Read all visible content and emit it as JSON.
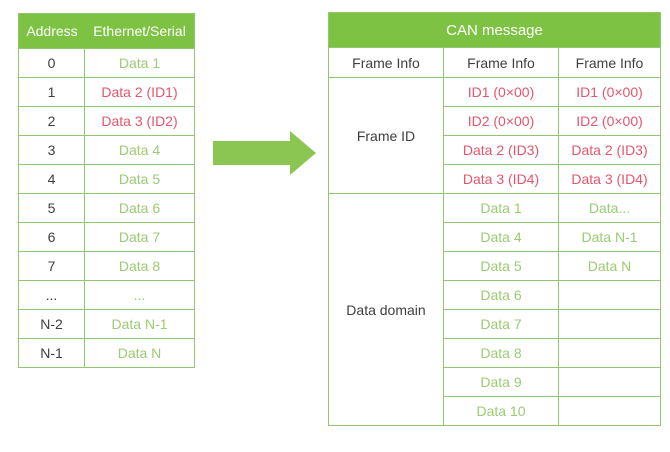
{
  "colors": {
    "header_green": "#7dc242",
    "border_green": "#8fc86e",
    "arrow_green": "#8bc653",
    "text_green": "#9ccb72",
    "text_red": "#e5566d",
    "text_dark": "#3f3f3f",
    "header_text": "#ffffff",
    "background": "#ffffff"
  },
  "left_table": {
    "header": {
      "col1": "Address",
      "col2": "Ethernet/Serial"
    },
    "rows": [
      {
        "address": "0",
        "value": "Data 1"
      },
      {
        "address": "1",
        "value": "Data 2 (ID1)"
      },
      {
        "address": "2",
        "value": "Data 3 (ID2)"
      },
      {
        "address": "3",
        "value": "Data 4"
      },
      {
        "address": "4",
        "value": "Data 5"
      },
      {
        "address": "5",
        "value": "Data 6"
      },
      {
        "address": "6",
        "value": "Data 7"
      },
      {
        "address": "7",
        "value": "Data 8"
      },
      {
        "address": "...",
        "value": "..."
      },
      {
        "address": "N-2",
        "value": "Data N-1"
      },
      {
        "address": "N-1",
        "value": "Data N"
      }
    ]
  },
  "arrow": {
    "name": "right-arrow"
  },
  "right_table": {
    "title": "CAN message",
    "frame_info_row": [
      "Frame Info",
      "Frame Info",
      "Frame Info"
    ],
    "frame_id": {
      "label": "Frame ID",
      "col2": [
        "ID1 (0×00)",
        "ID2 (0×00)",
        "Data 2 (ID3)",
        "Data 3 (ID4)"
      ],
      "col3": [
        "ID1 (0×00)",
        "ID2 (0×00)",
        "Data 2 (ID3)",
        "Data 3 (ID4)"
      ]
    },
    "data_domain": {
      "label": "Data domain",
      "col2": [
        "Data 1",
        "Data 4",
        "Data 5",
        "Data 6",
        "Data 7",
        "Data 8",
        "Data 9",
        "Data 10"
      ],
      "col3": [
        "Data...",
        "Data N-1",
        "Data N",
        "",
        "",
        "",
        "",
        ""
      ]
    }
  }
}
